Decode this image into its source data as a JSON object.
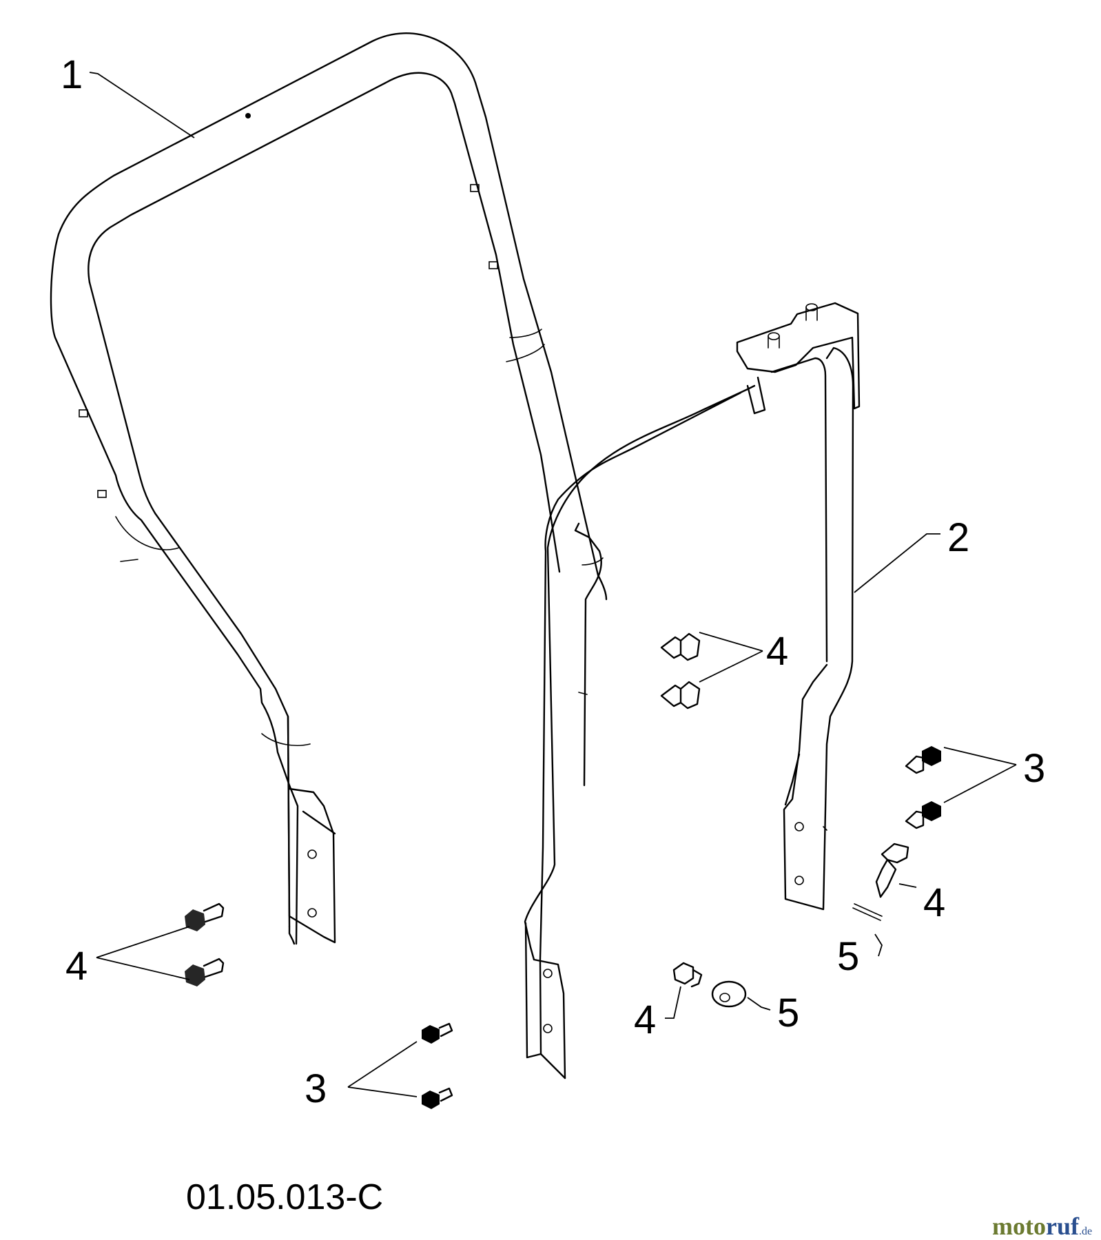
{
  "callouts": {
    "c1": "1",
    "c2": "2",
    "c3a": "3",
    "c3b": "3",
    "c4a": "4",
    "c4b": "4",
    "c4c": "4",
    "c4d": "4",
    "c5a": "5",
    "c5b": "5"
  },
  "diagram_code": "01.05.013-C",
  "watermark": {
    "main_a": "moto",
    "main_b": "ruf",
    "suffix": ".de"
  }
}
